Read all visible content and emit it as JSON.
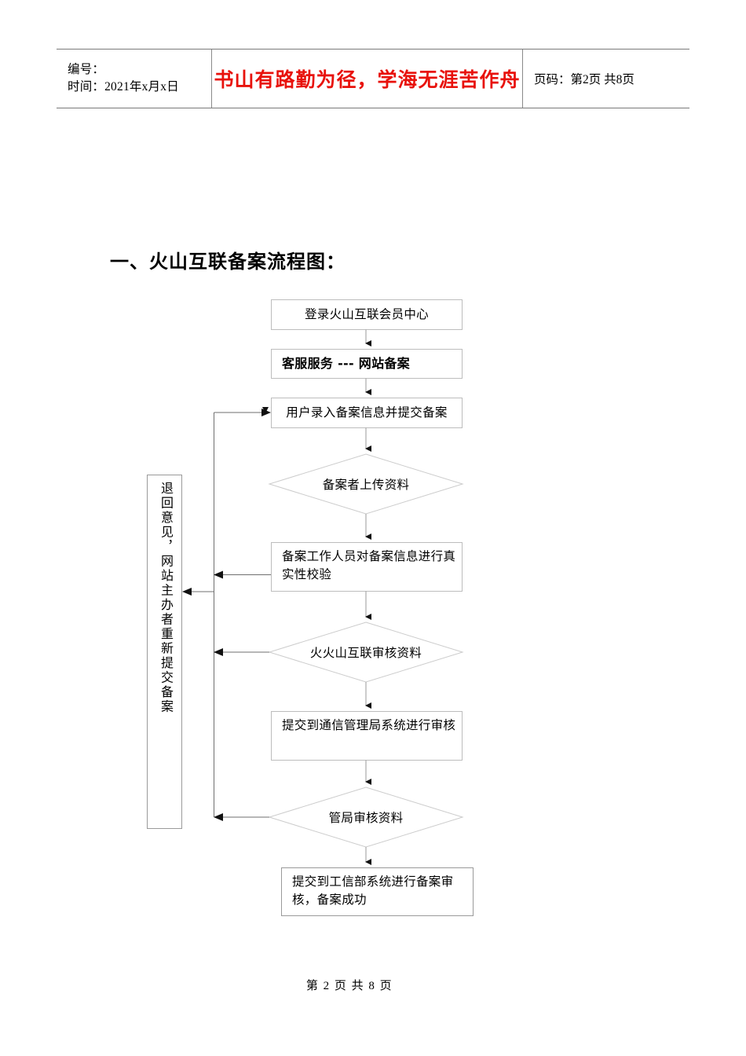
{
  "header": {
    "left_lines": [
      "编号：",
      "时间：2021年x月x日"
    ],
    "slogan": "书山有路勤为径，学海无涯苦作舟",
    "slogan_color": "#e8120c",
    "page_info": "页码：第2页 共8页"
  },
  "title": "一、火山互联备案流程图：",
  "flowchart": {
    "nodes": [
      {
        "id": "n1",
        "shape": "box",
        "text": "登录火山互联会员中心"
      },
      {
        "id": "n2",
        "shape": "box",
        "text": "客服服务 --- 网站备案"
      },
      {
        "id": "n3",
        "shape": "box",
        "text": "用户录入备案信息并提交备案"
      },
      {
        "id": "n4",
        "shape": "diamond",
        "text": "备案者上传资料"
      },
      {
        "id": "n5",
        "shape": "box",
        "text": "备案工作人员对备案信息进行真实性校验"
      },
      {
        "id": "n6",
        "shape": "diamond",
        "text": "火火山互联审核资料"
      },
      {
        "id": "n7",
        "shape": "box",
        "text": "提交到通信管理局系统进行审核"
      },
      {
        "id": "n8",
        "shape": "diamond",
        "text": "管局审核资料"
      },
      {
        "id": "n9",
        "shape": "box",
        "text": "提交到工信部系统进行备案审核，备案成功"
      }
    ],
    "return_note": "退回意见，网站主办者重新提交备案"
  },
  "footer": {
    "page_number": "第 2 页  共 8 页"
  }
}
